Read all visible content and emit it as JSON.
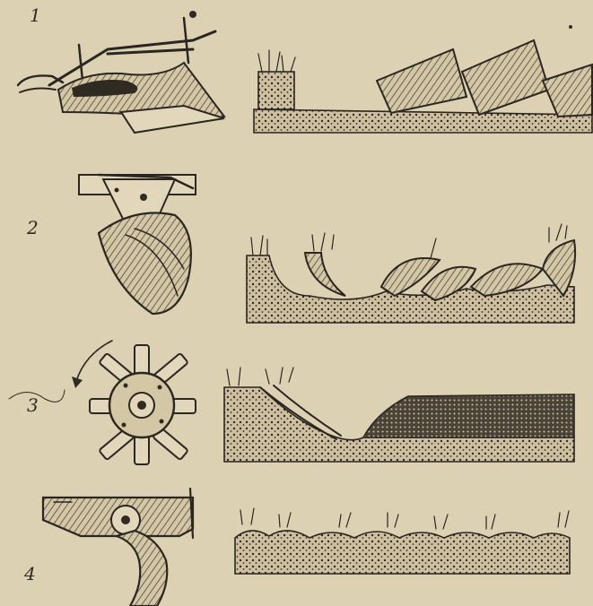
{
  "figure": {
    "panels": [
      {
        "number": "1",
        "tool": "moldboard-plow",
        "soil": "inverted-slabs"
      },
      {
        "number": "2",
        "tool": "disc-plow",
        "soil": "crescent-furrows"
      },
      {
        "number": "3",
        "tool": "rotary-tiller",
        "soil": "pulverized-bed"
      },
      {
        "number": "4",
        "tool": "chisel-tine",
        "soil": "loosened-clods"
      }
    ]
  }
}
